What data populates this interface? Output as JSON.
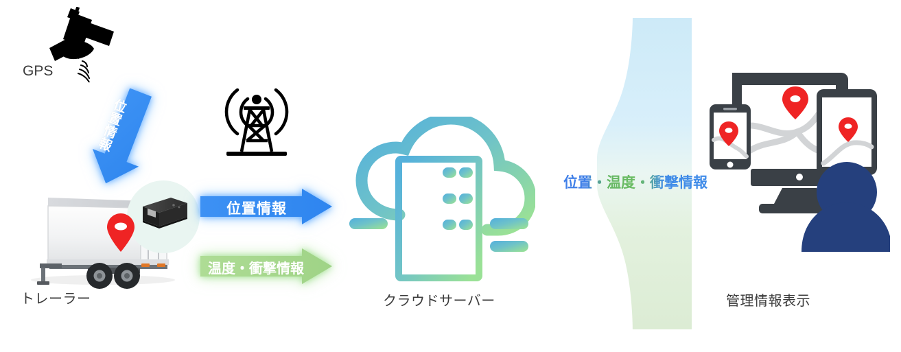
{
  "diagram": {
    "title": "Trailer GPS tracking data-flow diagram",
    "colors": {
      "arrow_blue": "#3a8cf0",
      "arrow_blue_dark": "#2f80e8",
      "arrow_green": "#a8d98e",
      "arrow_green_dark": "#9ed184",
      "panel_top": "#cfeaf8",
      "panel_bottom": "#dceed6",
      "device_gray": "#3a4046",
      "person_navy": "#25407d",
      "pin_red": "#ef2b2b",
      "cloud_blue": "#62b6da",
      "cloud_green": "#92dd8f",
      "tracker_black": "#2b2b2b",
      "text_gray": "#3b3b3b",
      "caption_blue": "#3f7fe8",
      "caption_green": "#68bb63"
    },
    "nodes": {
      "gps": {
        "label": "GPS",
        "icon": "satellite-icon"
      },
      "tower": {
        "icon": "radio-tower-icon"
      },
      "trailer": {
        "label": "トレーラー",
        "icon": "trailer-icon",
        "device_icon": "gps-tracker-device-icon",
        "pin_icon": "map-pin-icon"
      },
      "cloud": {
        "label": "クラウドサーバー",
        "icon": "cloud-server-icon"
      },
      "admin": {
        "label": "管理情報表示",
        "icons": [
          "smartphone-icon",
          "desktop-monitor-icon",
          "tablet-icon",
          "person-icon"
        ],
        "pin_icon": "map-pin-icon"
      }
    },
    "arrows": {
      "gps_to_trailer": {
        "label": "位置情報",
        "direction": "diagonal-down-right",
        "color": "#3a8cf0"
      },
      "trailer_to_cloud_location": {
        "label": "位置情報",
        "direction": "right",
        "color": "#3a8cf0"
      },
      "trailer_to_cloud_sensor": {
        "label": "温度・衝撃情報",
        "direction": "right",
        "color": "#a8d98e"
      }
    },
    "cloud_to_admin_caption": {
      "full": "位置・温度・衝撃情報",
      "segments": [
        {
          "text": "位置",
          "color": "#3f7fe8"
        },
        {
          "text": "・",
          "color": "#3f7fe8"
        },
        {
          "text": "温度・衝撃",
          "color": "#68bb63"
        },
        {
          "text": "情報",
          "color": "#3f8be8"
        }
      ]
    }
  }
}
